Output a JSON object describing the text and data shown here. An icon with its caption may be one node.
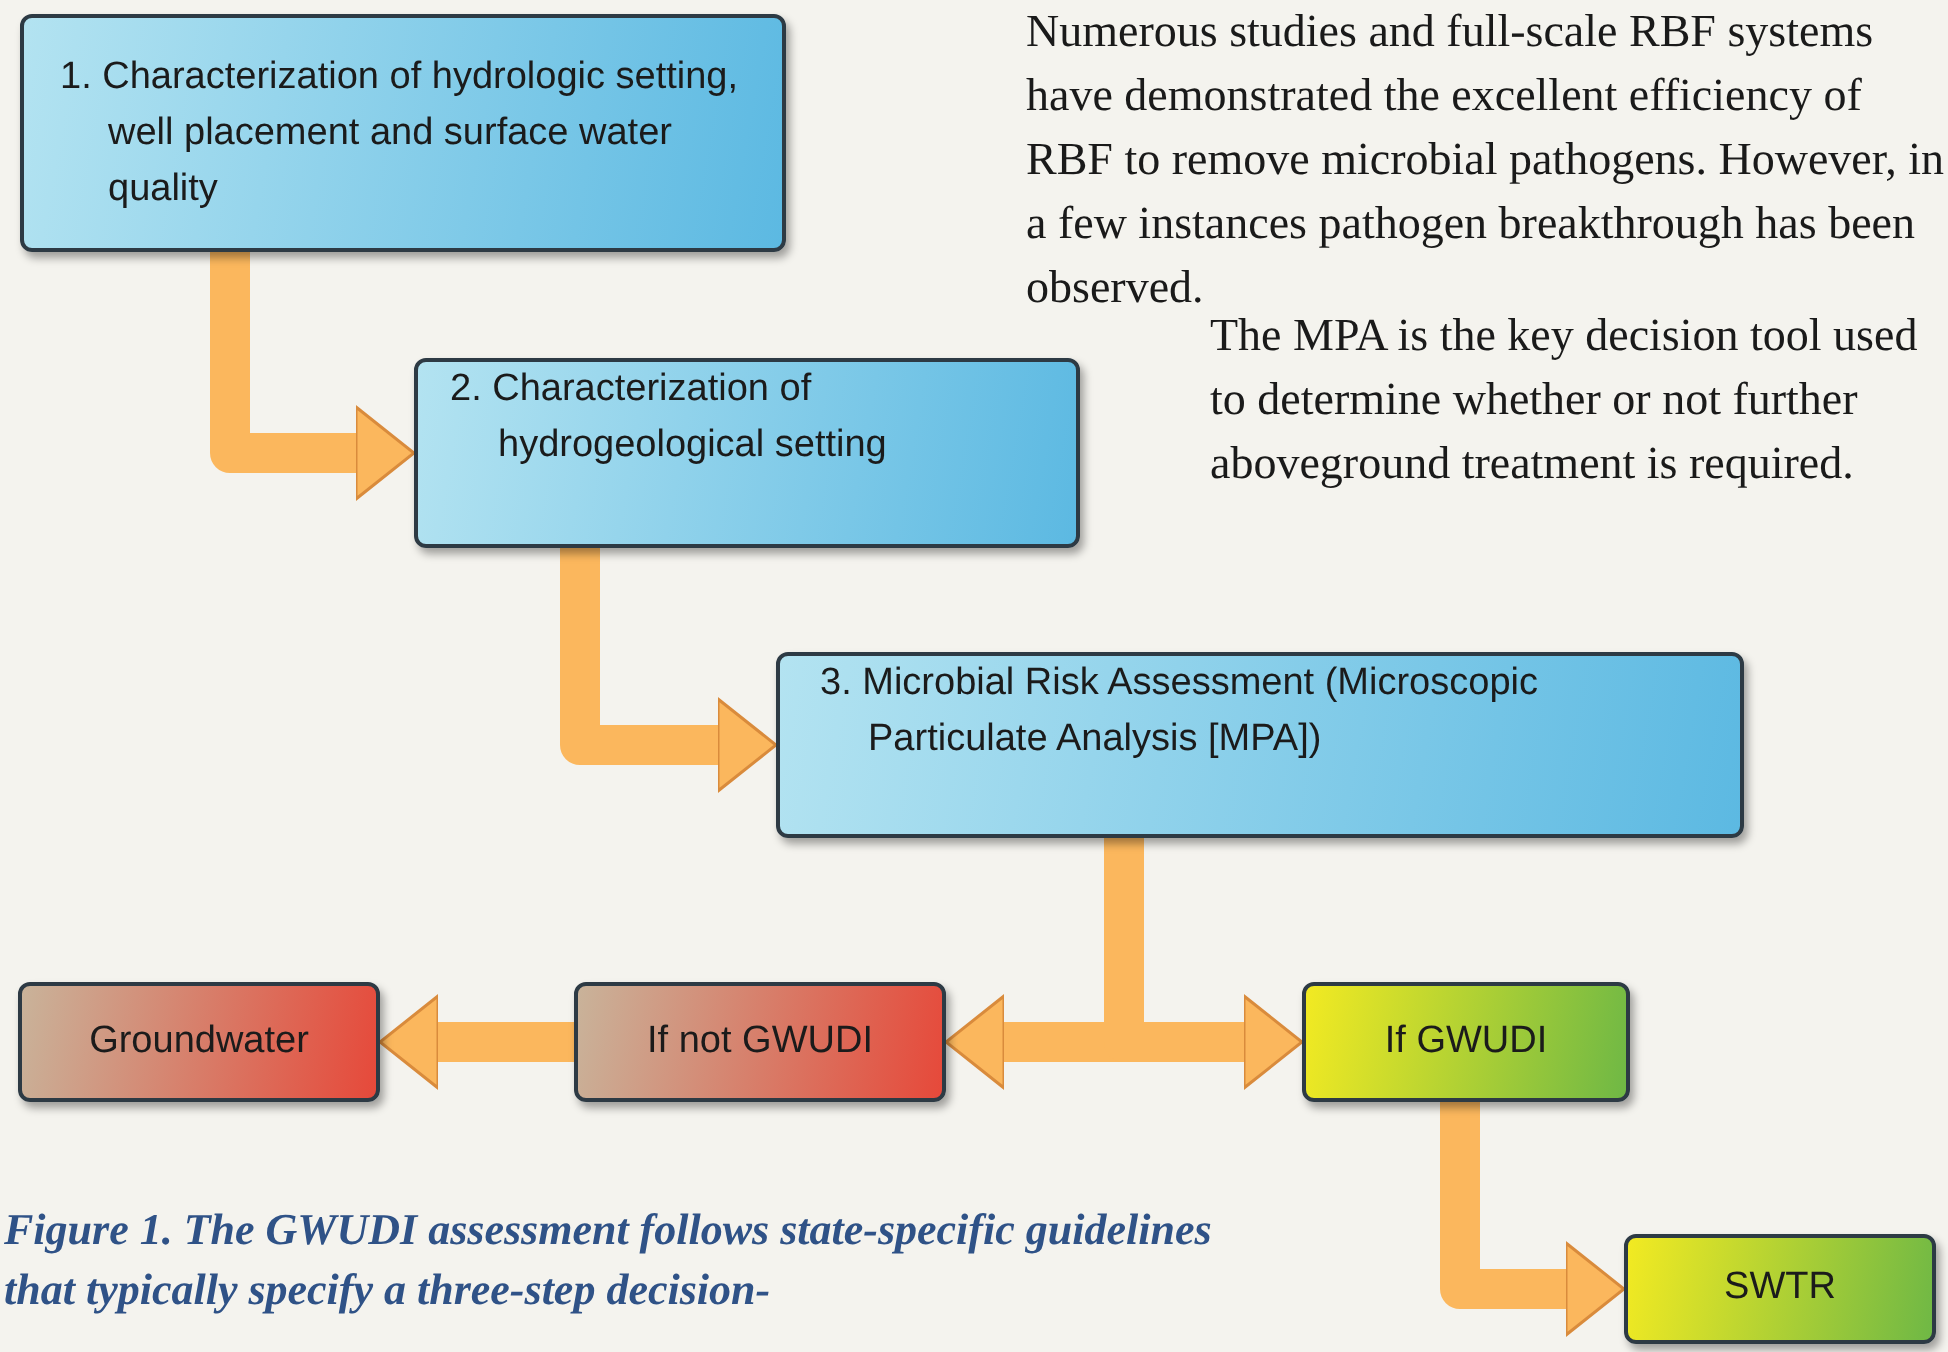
{
  "diagram": {
    "caption": "Figure 1. The GWUDI assessment follows state-specific guidelines that typically specify a three-step decision-",
    "nodes": [
      {
        "text": [
          "1. Characterization of hydrologic setting, well placement and surface water quality"
        ]
      },
      {
        "text": [
          "2. Characterization of hydrogeological setting"
        ]
      },
      {
        "text": [
          "3. Microbial Risk Assessment (Microscopic Particulate Analysis [MPA])"
        ]
      },
      {
        "text": [
          "Groundwater"
        ]
      },
      {
        "text": [
          "If not GWUDI"
        ]
      },
      {
        "text": [
          "If GWUDI"
        ]
      },
      {
        "text": [
          "SWTR"
        ]
      }
    ],
    "edges": [
      {
        "from": 0,
        "to": 1,
        "arrow": "to"
      },
      {
        "from": 1,
        "to": 2,
        "arrow": "to"
      },
      {
        "from": 2,
        "to": 4,
        "arrow": "to"
      },
      {
        "from": 2,
        "to": 5,
        "arrow": "to"
      },
      {
        "from": 4,
        "to": 3,
        "arrow": "to"
      },
      {
        "from": 5,
        "to": 6,
        "arrow": "to"
      }
    ],
    "labels": [
      "Numerous studies and full-scale RBF systems have demonstrated the excellent efficiency of RBF to remove microbial pathogens. However, in a few instances pathogen breakthrough has been observed.",
      "The MPA is the key decision tool used to determine whether or not further aboveground treatment is required."
    ]
  }
}
